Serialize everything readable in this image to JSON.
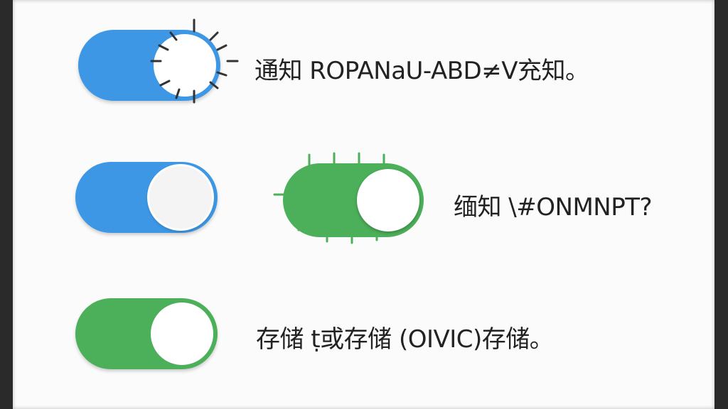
{
  "colors": {
    "blue": "#3d97e4",
    "green": "#4caf59",
    "text": "#222222",
    "background": "#fbfbfb"
  },
  "settings": [
    {
      "label": "通知 ROPANaU-ABD≠V充知。",
      "state": "on",
      "color": "blue",
      "decoration": "sun-rays"
    },
    {
      "label": "缅知 \\#ONMNPT?",
      "state": "on",
      "color": "blue",
      "secondary_toggle": {
        "state": "on",
        "color": "green",
        "decoration": "spikes"
      }
    },
    {
      "label": "存储 ṭ或存储 (OIVIC)存储。",
      "state": "on",
      "color": "green"
    }
  ]
}
